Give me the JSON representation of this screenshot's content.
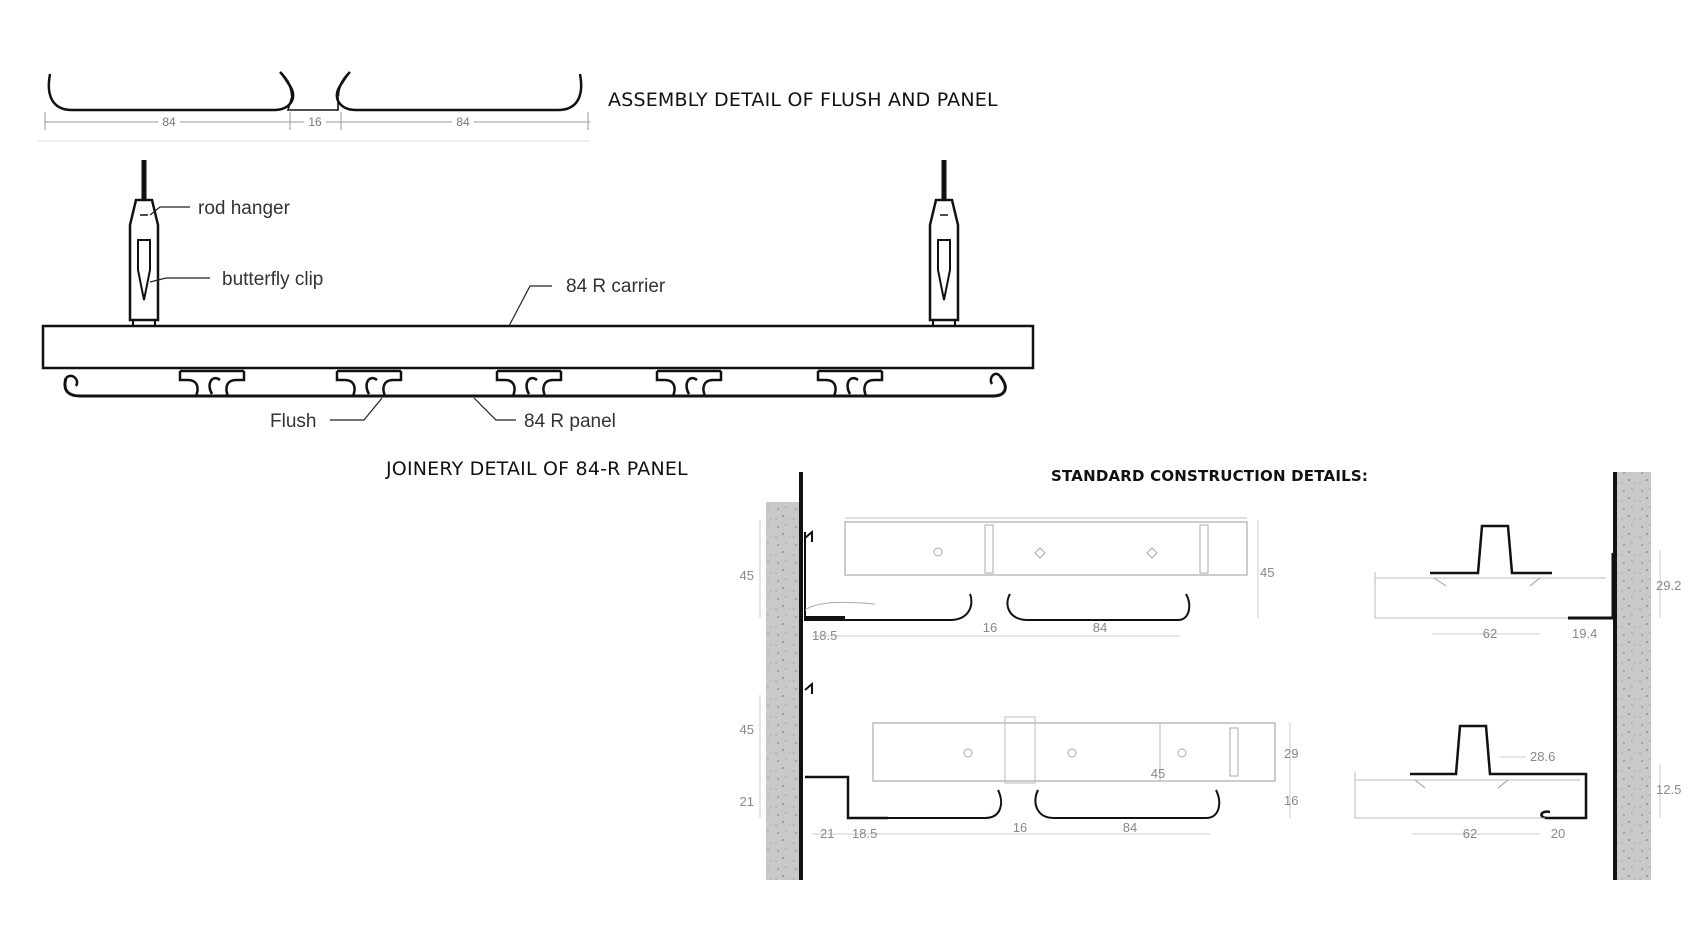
{
  "titles": {
    "assembly": "ASSEMBLY DETAIL OF FLUSH AND PANEL",
    "joinery": "JOINERY DETAIL OF 84-R PANEL",
    "standard": "STANDARD CONSTRUCTION DETAILS:"
  },
  "assembly": {
    "dim_left": "84",
    "dim_gap": "16",
    "dim_right": "84"
  },
  "joinery": {
    "rod_hanger": "rod hanger",
    "butterfly_clip": "butterfly clip",
    "carrier": "84 R carrier",
    "flush": "Flush",
    "panel": "84 R panel"
  },
  "details": {
    "top_left": {
      "height_left": "45",
      "height_right": "45",
      "offset": "18.5",
      "gap": "16",
      "panel": "84"
    },
    "bottom_left": {
      "height_top": "45",
      "height_bottom": "21",
      "step": "21",
      "offset": "18.5",
      "carrier_h": "29",
      "mid": "45",
      "right_h": "16",
      "gap": "16",
      "panel": "84"
    },
    "top_right": {
      "width": "62",
      "offset": "19.4",
      "height": "29.2"
    },
    "bottom_right": {
      "width": "62",
      "lip": "20",
      "top_width": "28.6",
      "height": "12.5"
    }
  }
}
